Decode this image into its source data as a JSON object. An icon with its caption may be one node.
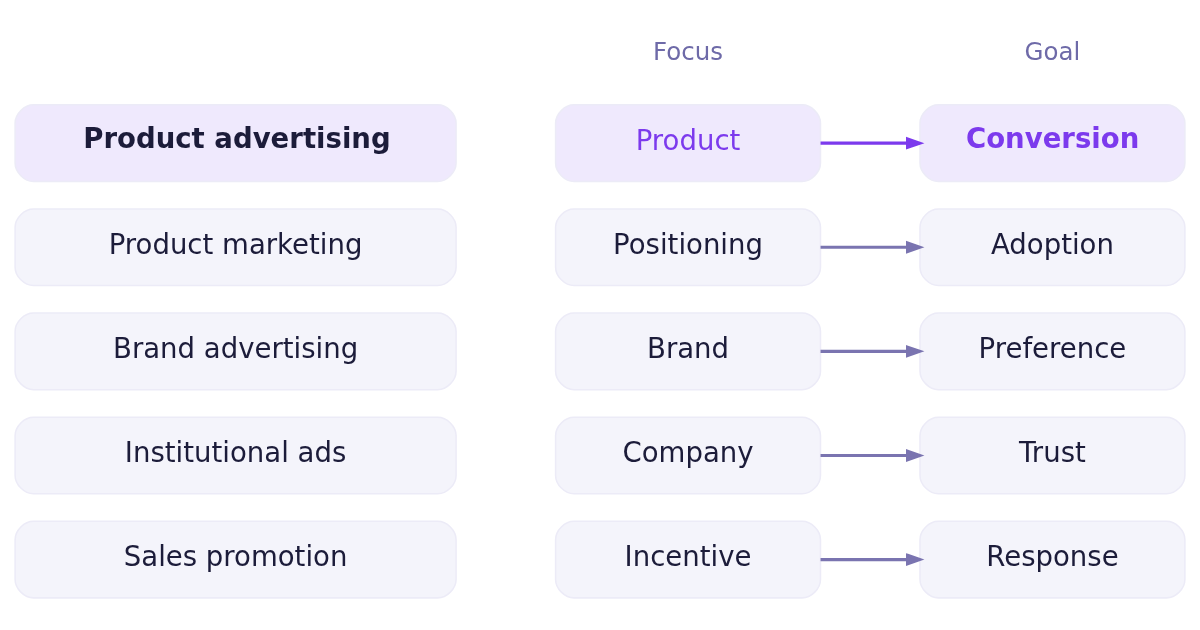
{
  "diagram": {
    "nodes": [
      {
        "text": [
          "Product advertising"
        ]
      },
      {
        "text": [
          "Product marketing"
        ]
      },
      {
        "text": [
          "Brand advertising"
        ]
      },
      {
        "text": [
          "Institutional ads"
        ]
      },
      {
        "text": [
          "Sales promotion"
        ]
      },
      {
        "text": [
          "Product"
        ]
      },
      {
        "text": [
          "Positioning"
        ]
      },
      {
        "text": [
          "Brand"
        ]
      },
      {
        "text": [
          "Company"
        ]
      },
      {
        "text": [
          "Incentive"
        ]
      },
      {
        "text": [
          "Conversion"
        ]
      },
      {
        "text": [
          "Adoption"
        ]
      },
      {
        "text": [
          "Preference"
        ]
      },
      {
        "text": [
          "Trust"
        ]
      },
      {
        "text": [
          "Response"
        ]
      }
    ],
    "edges": [
      {
        "from": 5,
        "to": 10,
        "arrow": "to",
        "color": "#7c3aed"
      },
      {
        "from": 6,
        "to": 11,
        "arrow": "to"
      },
      {
        "from": 7,
        "to": 12,
        "arrow": "to"
      },
      {
        "from": 8,
        "to": 13,
        "arrow": "to"
      },
      {
        "from": 9,
        "to": 14,
        "arrow": "to"
      }
    ],
    "labels": [
      "Focus",
      "Goal"
    ]
  }
}
